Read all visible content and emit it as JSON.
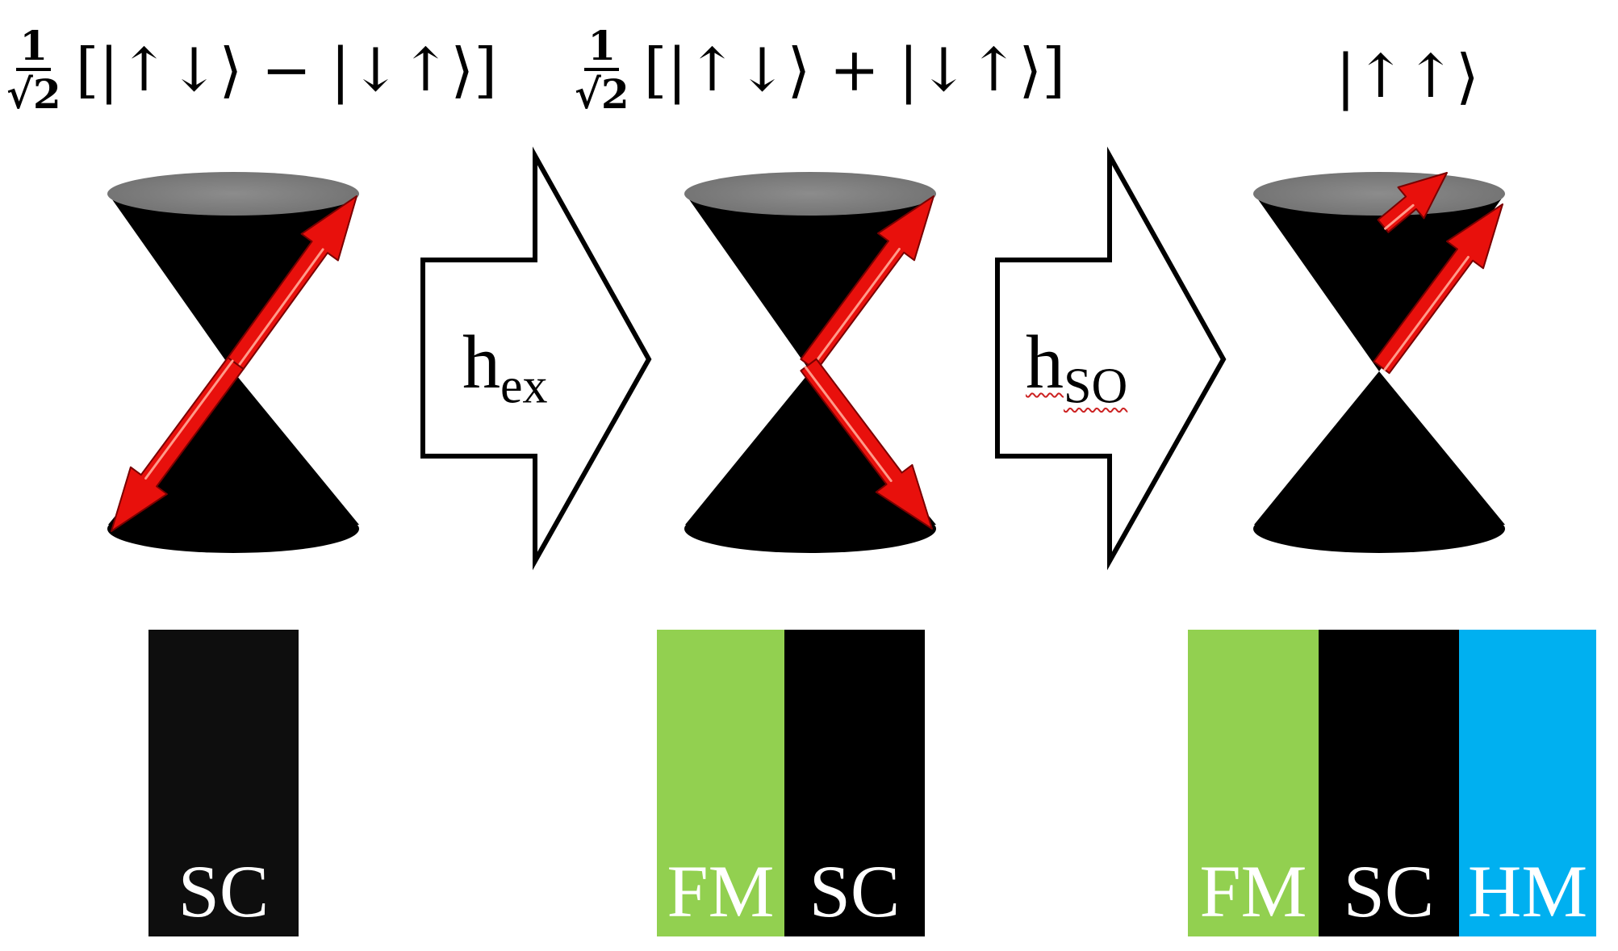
{
  "equations": {
    "singlet": {
      "numerator": "1",
      "denominator": "√2",
      "ket": "[|↑↓⟩ − |↓↑⟩]"
    },
    "triplet": {
      "numerator": "1",
      "denominator": "√2",
      "ket": "[|↑↓⟩ + |↓↑⟩]"
    },
    "polarized": {
      "ket": "|↑↑⟩"
    }
  },
  "arrows": {
    "exchange": {
      "symbol": "h",
      "subscript": "ex"
    },
    "spin_orbit": {
      "symbol": "h",
      "subscript": "SO"
    }
  },
  "materials": {
    "stage1": [
      "SC"
    ],
    "stage2": [
      "FM",
      "SC"
    ],
    "stage3": [
      "FM",
      "SC",
      "HM"
    ]
  },
  "colors": {
    "ferromagnet": "#92d050",
    "superconductor": "#000000",
    "half_metal": "#00b0f0",
    "spin_arrow": "#e8100c",
    "cone_top": "#808080"
  }
}
